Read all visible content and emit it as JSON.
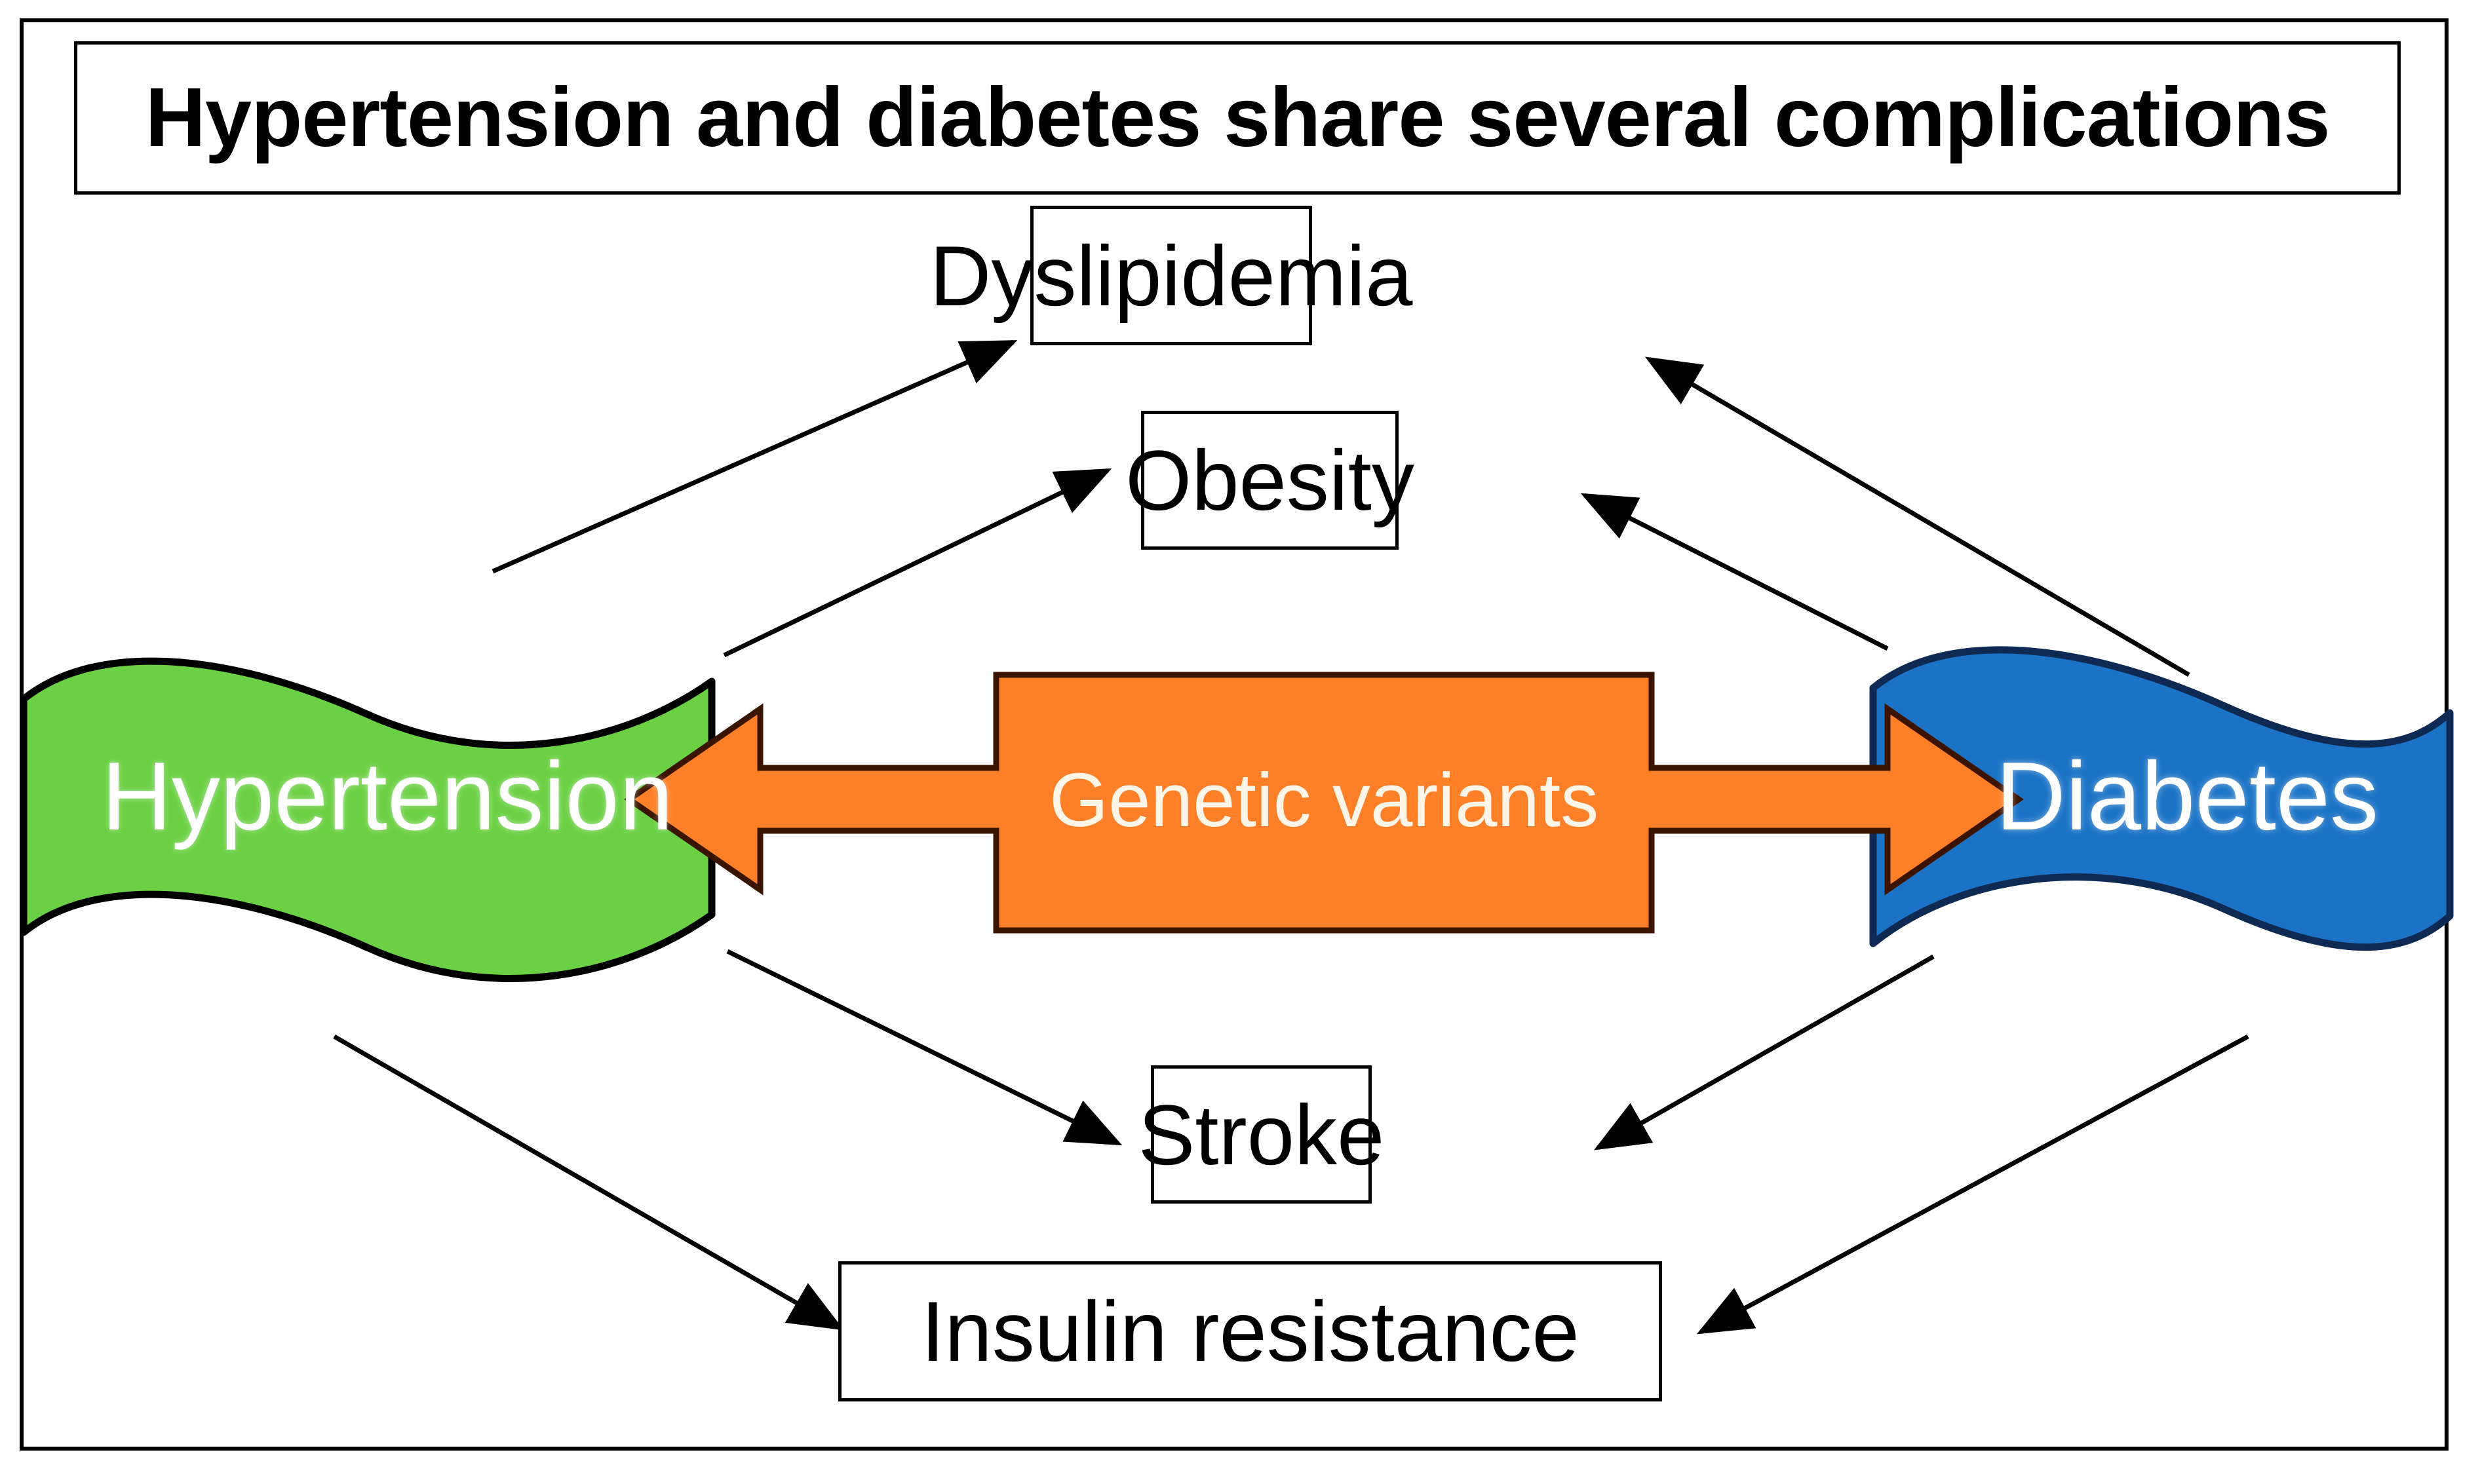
{
  "title": {
    "text": "Hypertension and diabetes share several complications"
  },
  "nodes": {
    "hypertension": {
      "label": "Hypertension",
      "color": "#6BD043",
      "shape": "double-wave"
    },
    "diabetes": {
      "label": "Diabetes",
      "color": "#1C73C6",
      "shape": "double-wave"
    },
    "genetic": {
      "label": "Genetic variants",
      "color": "#FD7F28",
      "shape": "left-right-arrow"
    },
    "dyslipidemia": {
      "label": "Dyslipidemia",
      "color": "#FFFFFF",
      "shape": "rectangle"
    },
    "obesity": {
      "label": "Obesity",
      "color": "#FFFFFF",
      "shape": "rectangle"
    },
    "stroke": {
      "label": "Stroke",
      "color": "#FFFFFF",
      "shape": "rectangle"
    },
    "insulin": {
      "label": "Insulin resistance",
      "color": "#FFFFFF",
      "shape": "rectangle"
    }
  },
  "colors": {
    "green": "#6BD043",
    "blue": "#1C73C6",
    "orange": "#FD7F28",
    "outline": "#000000",
    "orange_outline": "#3B1400",
    "background": "#FFFFFF"
  },
  "connections": [
    {
      "from": "hypertension",
      "to": "dyslipidemia",
      "kind": "arrow"
    },
    {
      "from": "hypertension",
      "to": "obesity",
      "kind": "arrow"
    },
    {
      "from": "hypertension",
      "to": "stroke",
      "kind": "arrow"
    },
    {
      "from": "hypertension",
      "to": "insulin",
      "kind": "arrow"
    },
    {
      "from": "diabetes",
      "to": "dyslipidemia",
      "kind": "arrow"
    },
    {
      "from": "diabetes",
      "to": "obesity",
      "kind": "arrow"
    },
    {
      "from": "diabetes",
      "to": "stroke",
      "kind": "arrow"
    },
    {
      "from": "diabetes",
      "to": "insulin",
      "kind": "arrow"
    },
    {
      "from": "genetic",
      "to": "hypertension",
      "kind": "block-arrow"
    },
    {
      "from": "genetic",
      "to": "diabetes",
      "kind": "block-arrow"
    }
  ]
}
